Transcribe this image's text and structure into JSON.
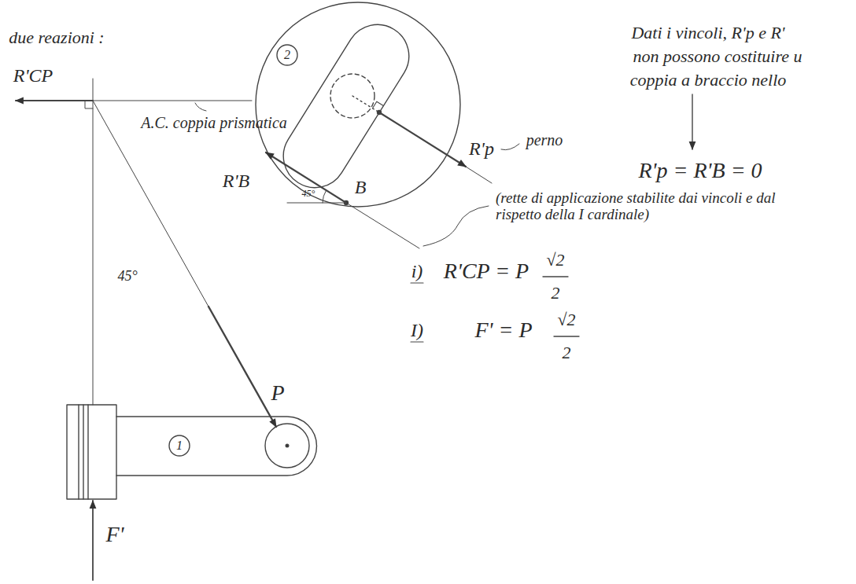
{
  "diagram": {
    "labels": [
      "due reazioni :",
      "2",
      "Dati i vincoli, R'p e R'",
      "non possono costituire u",
      "coppia a braccio nello",
      "R'p = R'B = 0",
      "R'p",
      "perno",
      "R'B",
      "45°",
      "B",
      "(rette di applicazione stabilite dai vincoli e dal rispetto della I cardinale)",
      "R'CP",
      "A.C. coppia prismatica",
      "45°",
      "P",
      "1",
      "F'",
      "i)",
      "R'CP = P",
      "√2",
      "2",
      "I)",
      "F' = P",
      "√2",
      "2"
    ]
  }
}
